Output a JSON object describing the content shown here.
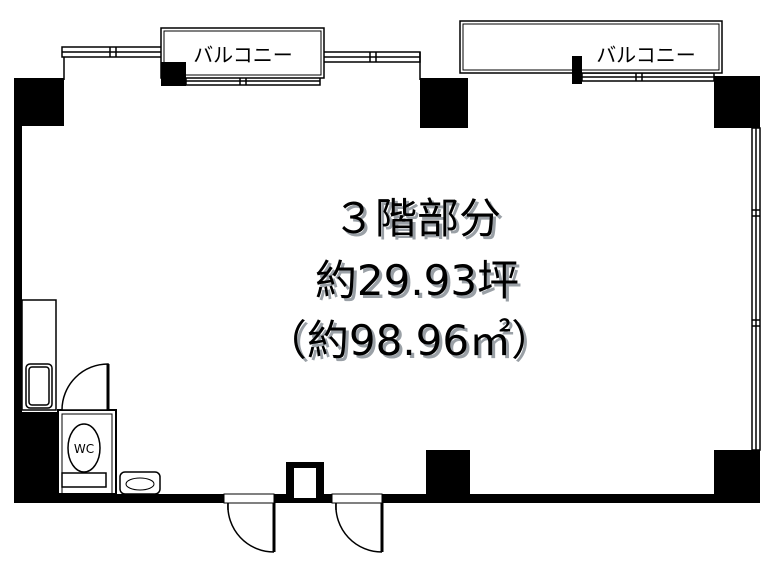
{
  "floor_title": "３階部分",
  "area_tsubo": "約29.93坪",
  "area_sqm": "（約98.96㎡）",
  "balcony_left": "バルコニー",
  "balcony_right": "バルコニー",
  "wc_label": "WC",
  "colors": {
    "wall": "#000000",
    "background": "#ffffff",
    "text_shadow": "#9aa0a6"
  }
}
